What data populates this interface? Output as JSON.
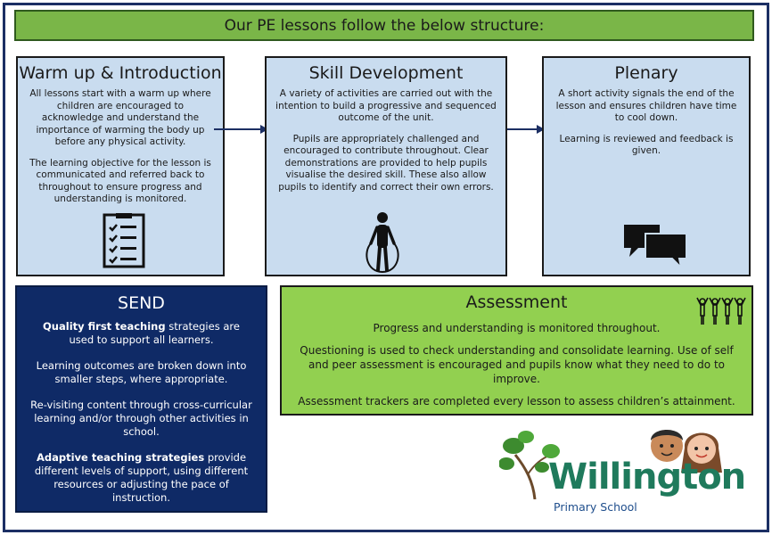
{
  "banner": {
    "title": "Our PE lessons follow the below structure:"
  },
  "warmup": {
    "title": "Warm up & Introduction",
    "p1": "All lessons start with a warm up where children are encouraged to acknowledge and understand the importance of warming the body up before any physical activity.",
    "p2": "The learning objective for the lesson is communicated and referred back to throughout to ensure progress and understanding is monitored."
  },
  "skill": {
    "title": "Skill Development",
    "p1": "A variety of activities are carried out with the intention to build a progressive and sequenced outcome of the unit.",
    "p2": "Pupils are appropriately challenged and encouraged to contribute throughout. Clear demonstrations are provided to help pupils visualise the desired skill. These also allow pupils to identify and correct their own errors."
  },
  "plenary": {
    "title": "Plenary",
    "p1": "A short activity signals the end of the lesson and ensures children have time to cool down.",
    "p2": "Learning is reviewed and feedback is given."
  },
  "send": {
    "title": "SEND",
    "p1_bold": "Quality first teaching",
    "p1_rest": " strategies are used to support all learners.",
    "p2": "Learning outcomes are broken down into smaller steps, where appropriate.",
    "p3": "Re-visiting content through cross-curricular learning and/or through other activities in school.",
    "p4_bold": "Adaptive teaching strategies",
    "p4_rest": " provide different levels of support, using different resources or adjusting the pace of instruction."
  },
  "assessment": {
    "title": "Assessment",
    "p1": "Progress and understanding is monitored throughout.",
    "p2": "Questioning is used to check understanding and consolidate learning. Use of self and peer assessment is encouraged and pupils know what they need to do to improve.",
    "p3": "Assessment trackers are completed every lesson to assess children’s attainment."
  },
  "logo": {
    "name": "Willington",
    "subtitle": "Primary School"
  },
  "colors": {
    "banner_green": "#7ab648",
    "box_blue": "#c9dcef",
    "send_navy": "#0f2a66",
    "assess_green": "#92d050",
    "border_navy": "#1c2f64"
  }
}
